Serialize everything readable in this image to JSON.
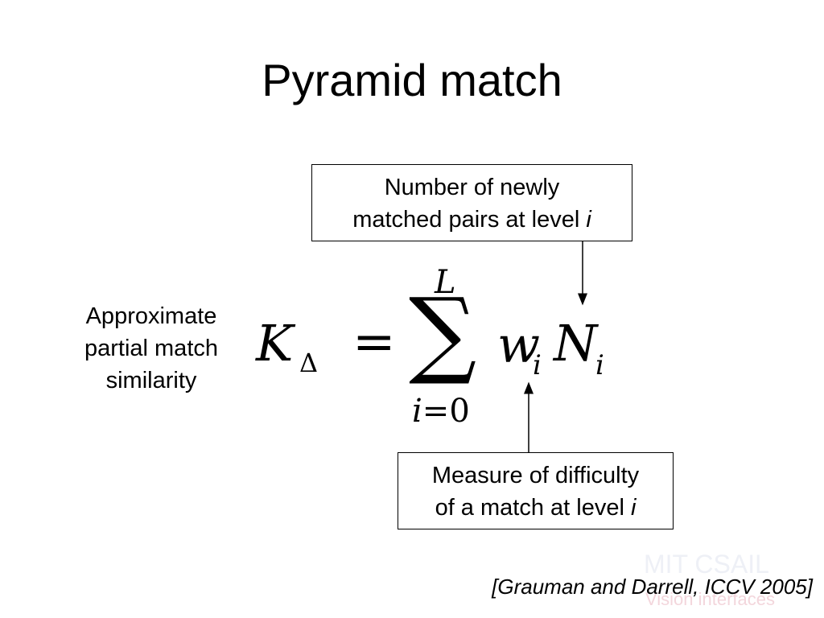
{
  "slide": {
    "title": "Pyramid match",
    "side_label": [
      "Approximate",
      "partial match",
      "similarity"
    ],
    "top_box": {
      "line1": "Number of newly",
      "line2_text": "matched pairs at level ",
      "line2_var": "i"
    },
    "bottom_box": {
      "line1": "Measure of difficulty",
      "line2_text": "of a match at level ",
      "line2_var": "i"
    },
    "formula": {
      "lhs": "K",
      "lhs_subscript": "Δ",
      "equals": "=",
      "sum_symbol": "∑",
      "upper_limit": "L",
      "lower_limit_var": "i",
      "lower_limit_rest": "=0",
      "weight": "w",
      "weight_subscript": "i",
      "count": "N",
      "count_subscript": "i"
    },
    "citation": "[Grauman and Darrell, ICCV 2005]",
    "watermark": {
      "line1": "MIT CSAIL",
      "line2": "Vision interfaces"
    }
  }
}
